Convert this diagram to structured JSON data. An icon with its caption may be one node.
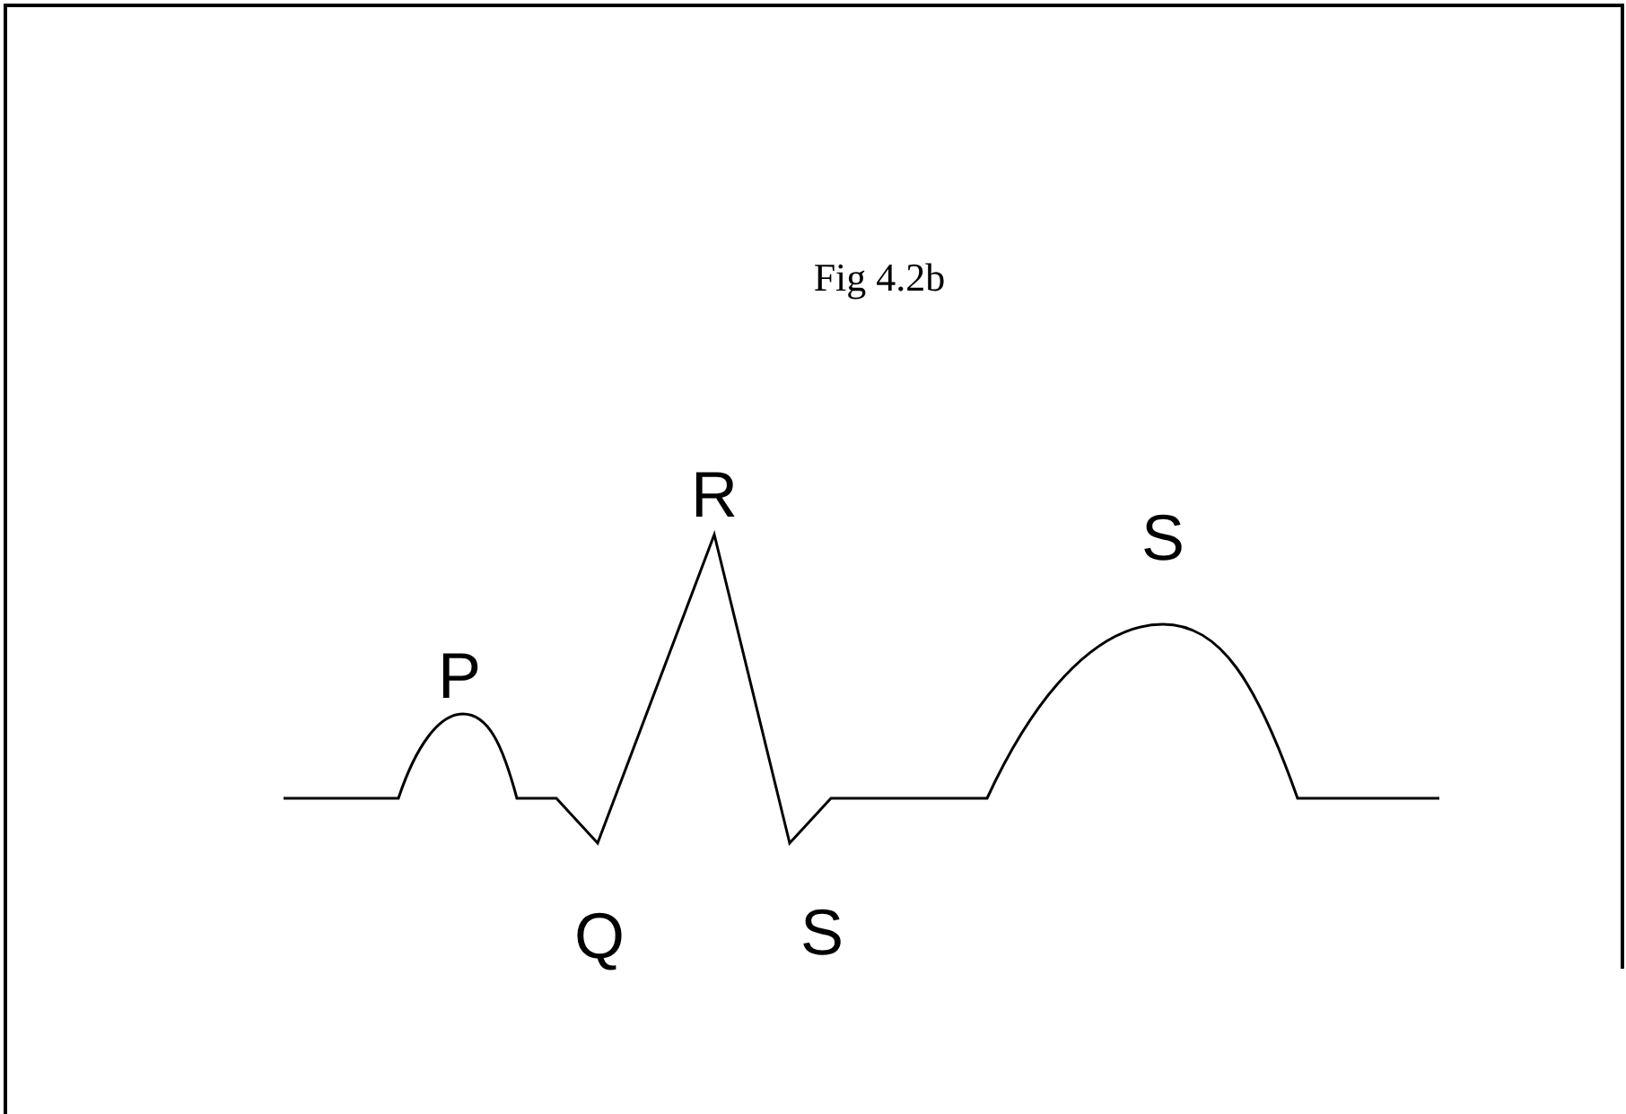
{
  "diagram": {
    "title": "Fig 4.2b",
    "labels": [
      "R",
      "S",
      "P",
      "Q",
      "S"
    ]
  }
}
